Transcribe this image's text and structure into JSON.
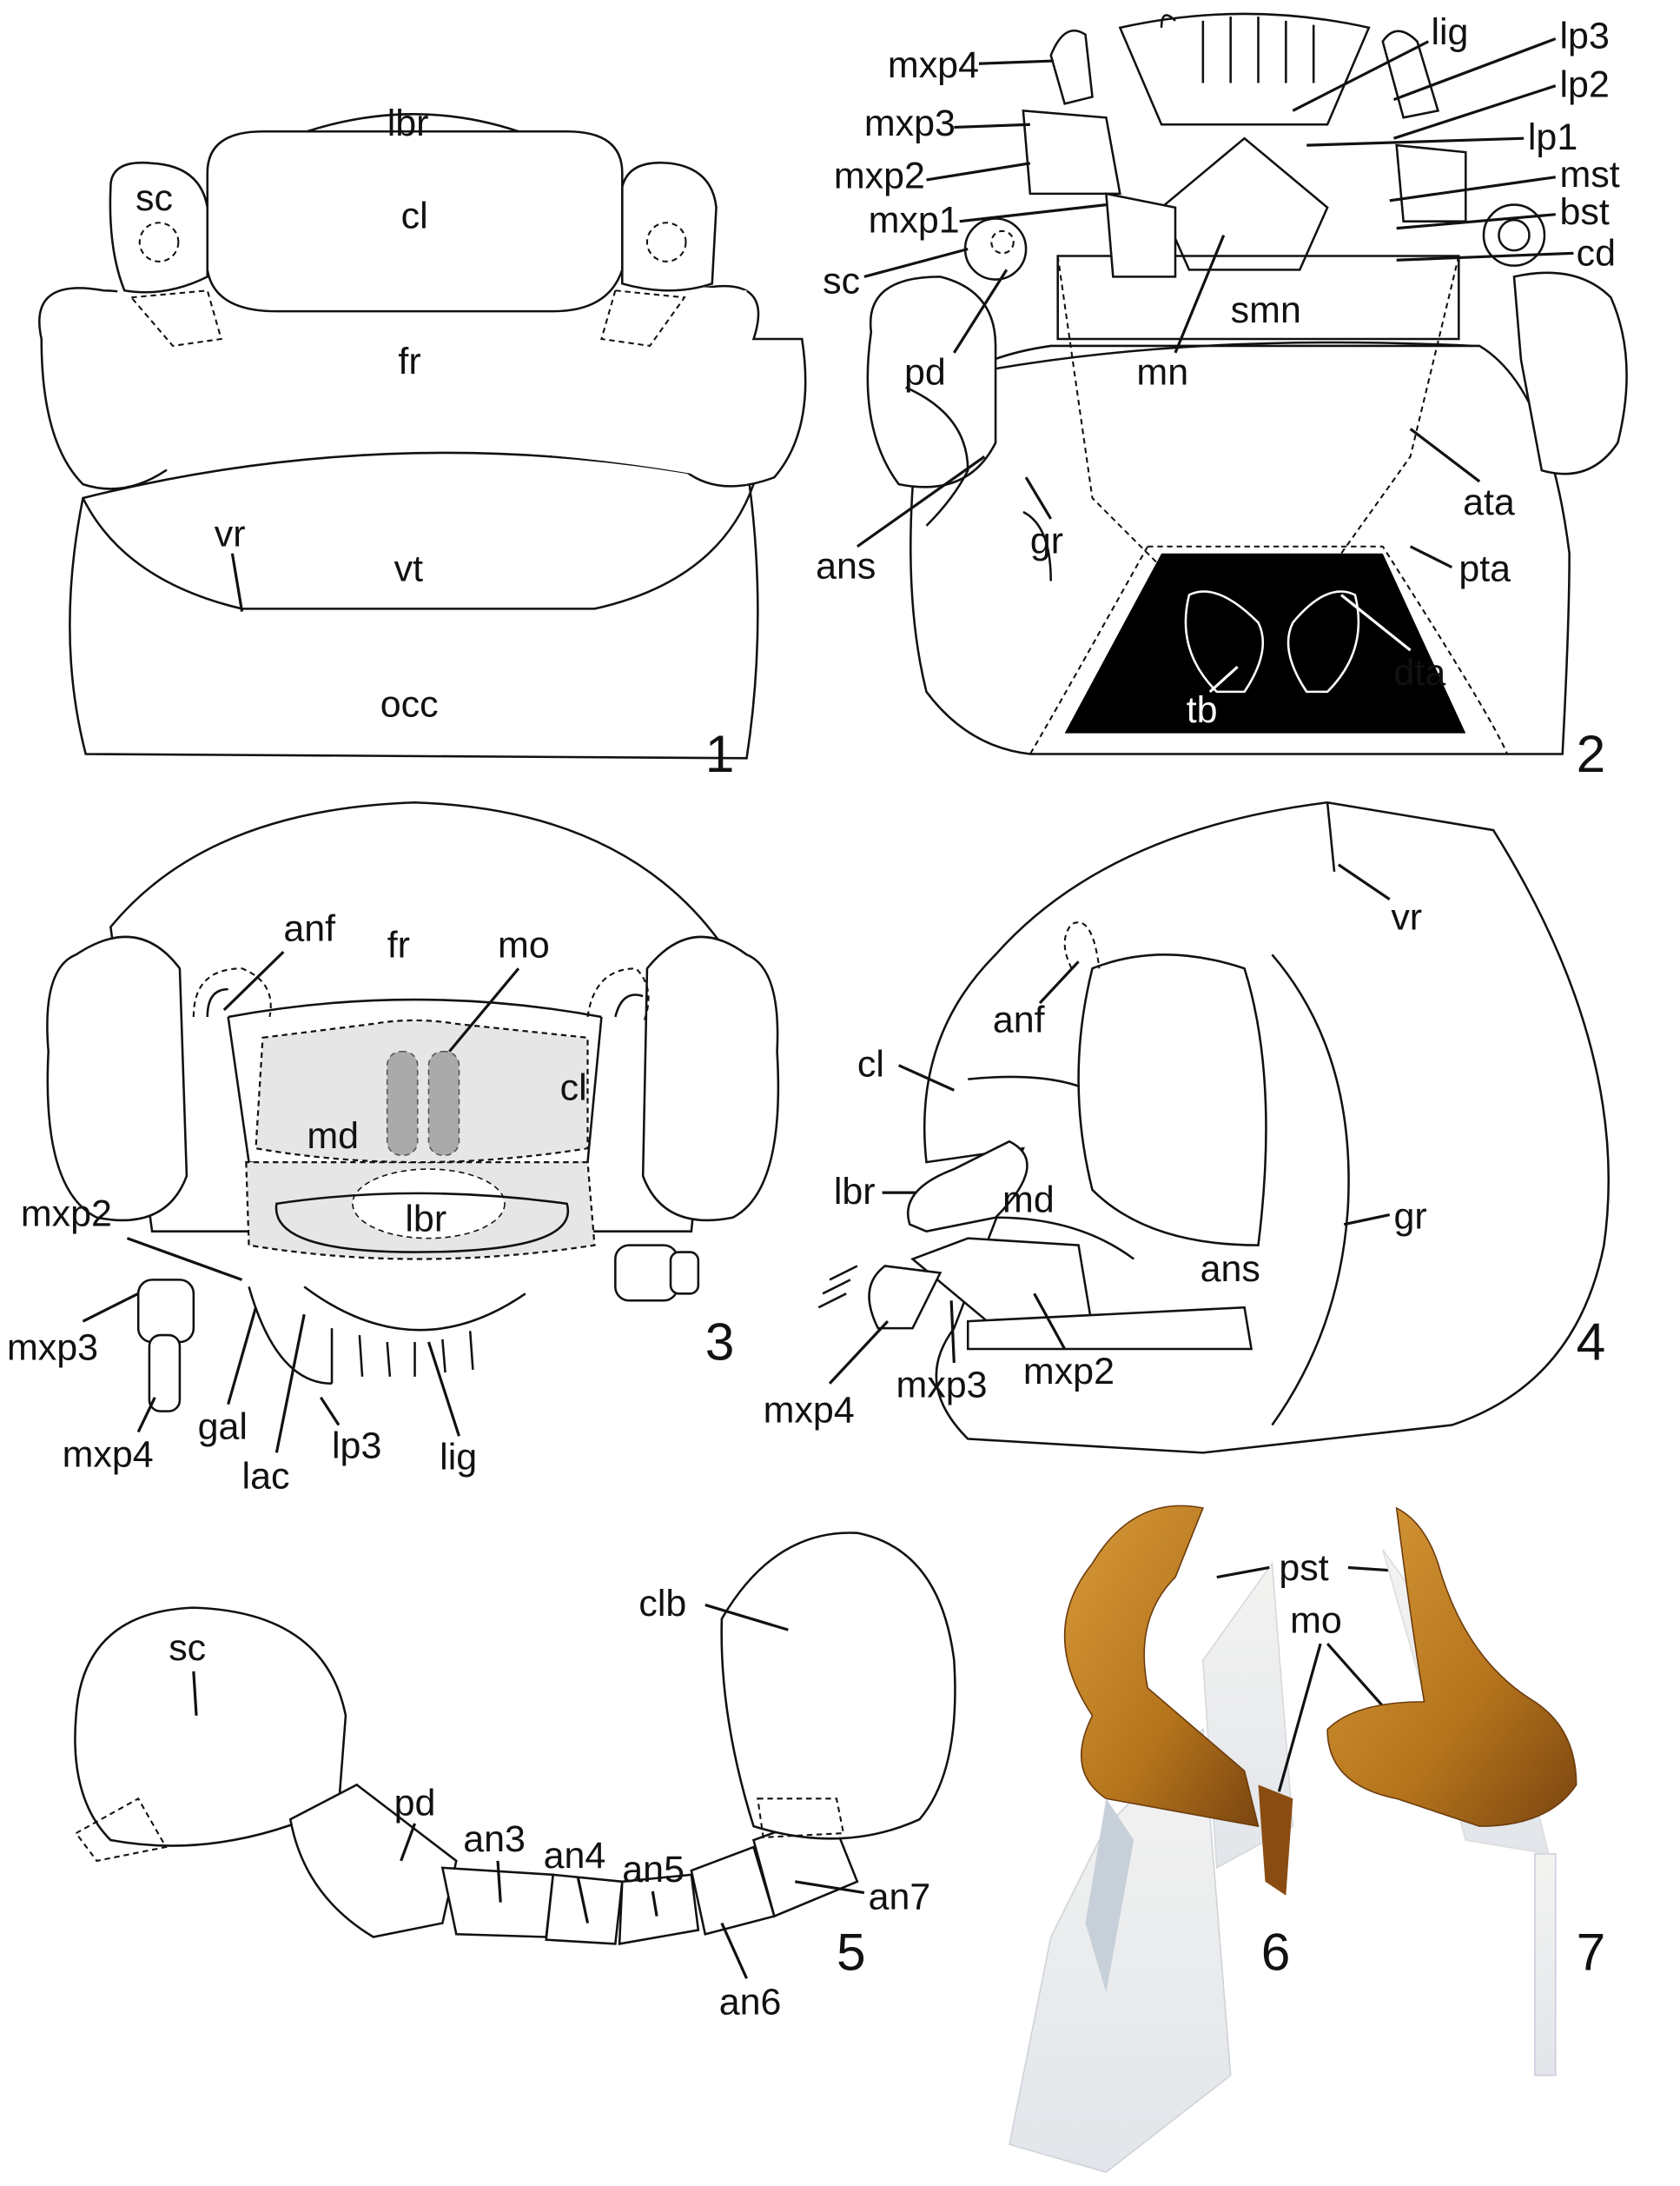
{
  "panels": {
    "p1": {
      "number": "1",
      "labels": {
        "lbr": "lbr",
        "cl": "cl",
        "sc": "sc",
        "fr": "fr",
        "vr": "vr",
        "vt": "vt",
        "occ": "occ"
      }
    },
    "p2": {
      "number": "2",
      "labels": {
        "mxp4": "mxp4",
        "mxp3": "mxp3",
        "mxp2": "mxp2",
        "mxp1": "mxp1",
        "sc": "sc",
        "pd": "pd",
        "mn": "mn",
        "smn": "smn",
        "lig": "lig",
        "lp3": "lp3",
        "lp2": "lp2",
        "lp1": "lp1",
        "mst": "mst",
        "bst": "bst",
        "cd": "cd",
        "ata": "ata",
        "ans": "ans",
        "gr": "gr",
        "pta": "pta",
        "dta": "dta",
        "tb": "tb"
      }
    },
    "p3": {
      "number": "3",
      "labels": {
        "anf": "anf",
        "fr": "fr",
        "mo": "mo",
        "cl": "cl",
        "md": "md",
        "lbr": "lbr",
        "mxp2": "mxp2",
        "mxp3": "mxp3",
        "mxp4": "mxp4",
        "gal": "gal",
        "lac": "lac",
        "lp3": "lp3",
        "lig": "lig"
      }
    },
    "p4": {
      "number": "4",
      "labels": {
        "vr": "vr",
        "anf": "anf",
        "cl": "cl",
        "lbr": "lbr",
        "md": "md",
        "gr": "gr",
        "ans": "ans",
        "mxp4": "mxp4",
        "mxp3": "mxp3",
        "mxp2": "mxp2"
      }
    },
    "p5": {
      "number": "5",
      "labels": {
        "sc": "sc",
        "clb": "clb",
        "pd": "pd",
        "an3": "an3",
        "an4": "an4",
        "an5": "an5",
        "an6": "an6",
        "an7": "an7"
      }
    },
    "p6": {
      "number": "6",
      "labels": {
        "pst": "pst",
        "mo": "mo"
      }
    },
    "p7": {
      "number": "7"
    }
  },
  "colors": {
    "ink": "#111111",
    "sclerite_brown": "#b5741c",
    "membrane": "#e9ecef",
    "shading": "#e6e6e6"
  }
}
